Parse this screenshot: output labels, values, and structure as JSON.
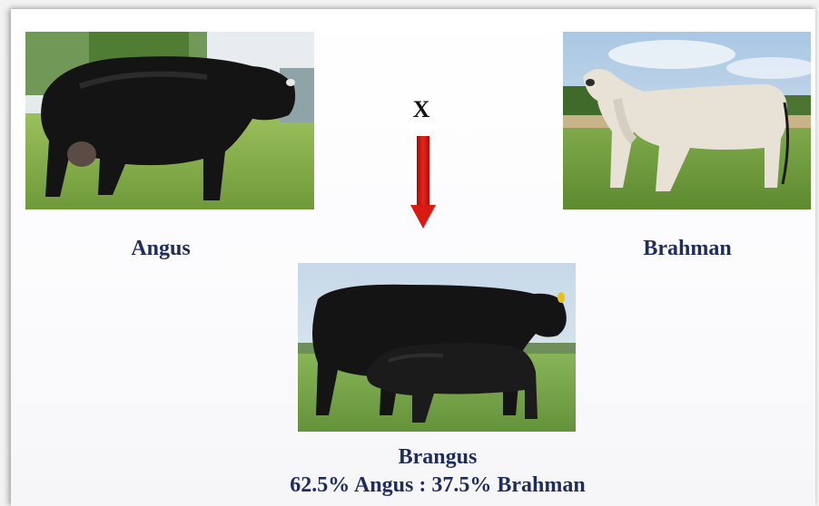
{
  "parents": {
    "left": {
      "name": "Angus"
    },
    "right": {
      "name": "Brahman"
    },
    "cross_symbol": "X"
  },
  "offspring": {
    "name": "Brangus",
    "ratio": "62.5% Angus : 37.5% Brahman"
  },
  "colors": {
    "label_text": "#1f2d5c",
    "arrow": "#d91a12"
  }
}
